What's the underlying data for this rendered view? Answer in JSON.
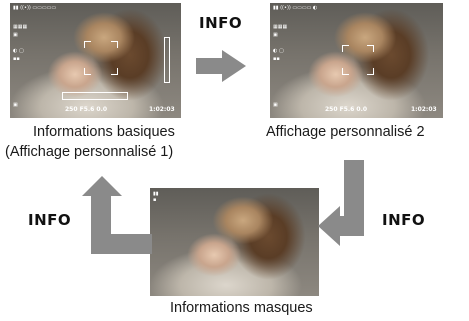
{
  "colors": {
    "arrow": "#8a8a8a",
    "text": "#1a1a1a",
    "osd": "#ffffff"
  },
  "screens": {
    "basic": {
      "caption_line1": "Informations basiques",
      "caption_line2": "(Affichage personnalisé 1)",
      "osd_bottom": "250  F5.6   0.0",
      "osd_time": "1:02:03"
    },
    "custom2": {
      "caption": "Affichage personnalisé 2",
      "osd_bottom": "250  F5.6   0.0",
      "osd_time": "1:02:03"
    },
    "hidden": {
      "caption": "Informations masques"
    }
  },
  "transitions": {
    "top_label": "INFO",
    "right_label": "INFO",
    "left_label": "INFO"
  },
  "icons": {
    "arrow_right": "right-arrow-icon",
    "arrow_down_left": "down-left-arrow-icon",
    "arrow_up": "up-turn-arrow-icon"
  }
}
